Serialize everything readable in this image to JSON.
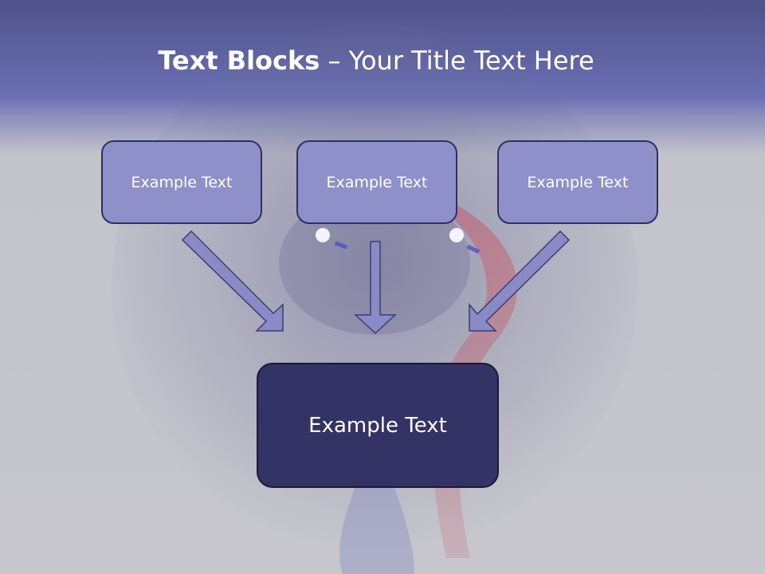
{
  "title": {
    "bold": "Text Blocks",
    "rest": " – Your Title Text Here"
  },
  "blocks": [
    {
      "label": "Example Text"
    },
    {
      "label": "Example Text"
    },
    {
      "label": "Example Text"
    }
  ],
  "main_block": {
    "label": "Example Text"
  },
  "colors": {
    "header": "#6b6fb4",
    "top_block_fill": "#8f90c9",
    "main_block_fill": "#333366",
    "arrow_fill": "#8a8bc6",
    "outline": "#2f2f66"
  }
}
